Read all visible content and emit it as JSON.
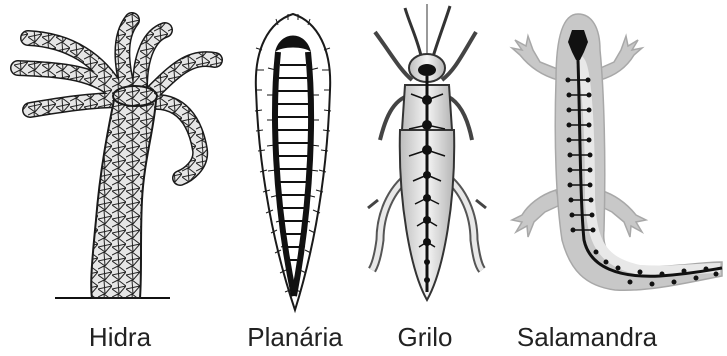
{
  "labels": {
    "hidra": "Hidra",
    "planaria": "Planária",
    "grilo": "Grilo",
    "salamandra": "Salamandra"
  },
  "colors": {
    "outline": "#1a1a1a",
    "body_fill": "#e2e2e2",
    "salamander_fill": "#c8c8c8",
    "nerve": "#111111"
  }
}
